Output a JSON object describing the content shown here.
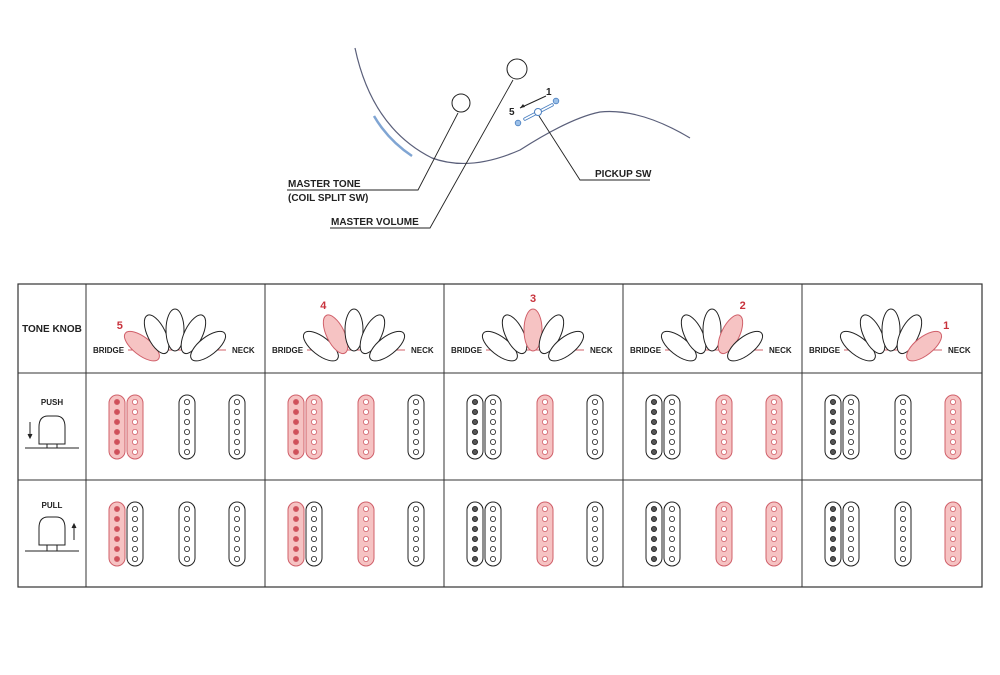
{
  "colors": {
    "active_fill": "#f6c3c3",
    "active_stroke": "#d0606a",
    "accent": "#c8323c",
    "line": "#222222",
    "body": "#5a5f7a",
    "switch": "#4a7fc0"
  },
  "top_diagram": {
    "master_tone_label": "MASTER TONE",
    "coil_split_label": "(COIL SPLIT SW)",
    "master_volume_label": "MASTER VOLUME",
    "pickup_sw_label": "PICKUP SW",
    "switch_pos_5": "5",
    "switch_pos_1": "1"
  },
  "table": {
    "header_label": "TONE KNOB",
    "bridge_label": "BRIDGE",
    "neck_label": "NECK",
    "rows": [
      {
        "label": "PUSH",
        "icon": "knob-push-icon"
      },
      {
        "label": "PULL",
        "icon": "knob-pull-icon"
      }
    ],
    "positions": [
      {
        "number": "5",
        "push": {
          "hum_left": true,
          "hum_right": true,
          "middle": false,
          "neck": false
        },
        "pull": {
          "hum_left": true,
          "hum_right": false,
          "middle": false,
          "neck": false
        }
      },
      {
        "number": "4",
        "push": {
          "hum_left": true,
          "hum_right": true,
          "middle": true,
          "neck": false
        },
        "pull": {
          "hum_left": true,
          "hum_right": false,
          "middle": true,
          "neck": false
        }
      },
      {
        "number": "3",
        "push": {
          "hum_left": false,
          "hum_right": false,
          "middle": true,
          "neck": false
        },
        "pull": {
          "hum_left": false,
          "hum_right": false,
          "middle": true,
          "neck": false
        }
      },
      {
        "number": "2",
        "push": {
          "hum_left": false,
          "hum_right": false,
          "middle": true,
          "neck": true
        },
        "pull": {
          "hum_left": false,
          "hum_right": false,
          "middle": true,
          "neck": true
        }
      },
      {
        "number": "1",
        "push": {
          "hum_left": false,
          "hum_right": false,
          "middle": false,
          "neck": true
        },
        "pull": {
          "hum_left": false,
          "hum_right": false,
          "middle": false,
          "neck": true
        }
      }
    ]
  }
}
